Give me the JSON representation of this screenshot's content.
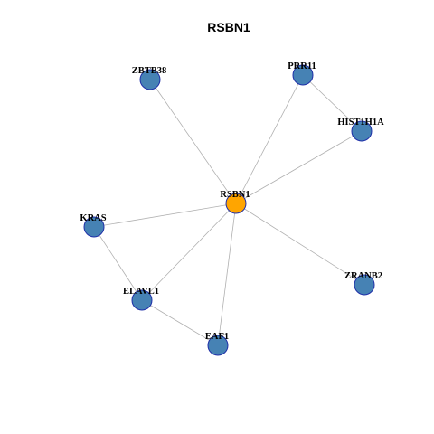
{
  "title": "RSBN1",
  "colors": {
    "center_node": "#FFA500",
    "node": "#4682B4",
    "node_border": "#1f2fa8",
    "edge": "#b0b0b0"
  },
  "nodes": [
    {
      "id": "RSBN1",
      "label": "RSBN1",
      "center": true
    },
    {
      "id": "ZBTB38",
      "label": "ZBTB38"
    },
    {
      "id": "PRR11",
      "label": "PRR11"
    },
    {
      "id": "HIST1H1A",
      "label": "HIST1H1A"
    },
    {
      "id": "KRAS",
      "label": "KRAS"
    },
    {
      "id": "ELAVL1",
      "label": "ELAVL1"
    },
    {
      "id": "EAF1",
      "label": "EAF1"
    },
    {
      "id": "ZRANB2",
      "label": "ZRANB2"
    }
  ],
  "edges": [
    [
      "RSBN1",
      "ZBTB38"
    ],
    [
      "RSBN1",
      "PRR11"
    ],
    [
      "RSBN1",
      "HIST1H1A"
    ],
    [
      "PRR11",
      "HIST1H1A"
    ],
    [
      "RSBN1",
      "KRAS"
    ],
    [
      "RSBN1",
      "ELAVL1"
    ],
    [
      "RSBN1",
      "EAF1"
    ],
    [
      "RSBN1",
      "ZRANB2"
    ],
    [
      "KRAS",
      "ELAVL1"
    ],
    [
      "ELAVL1",
      "EAF1"
    ]
  ]
}
